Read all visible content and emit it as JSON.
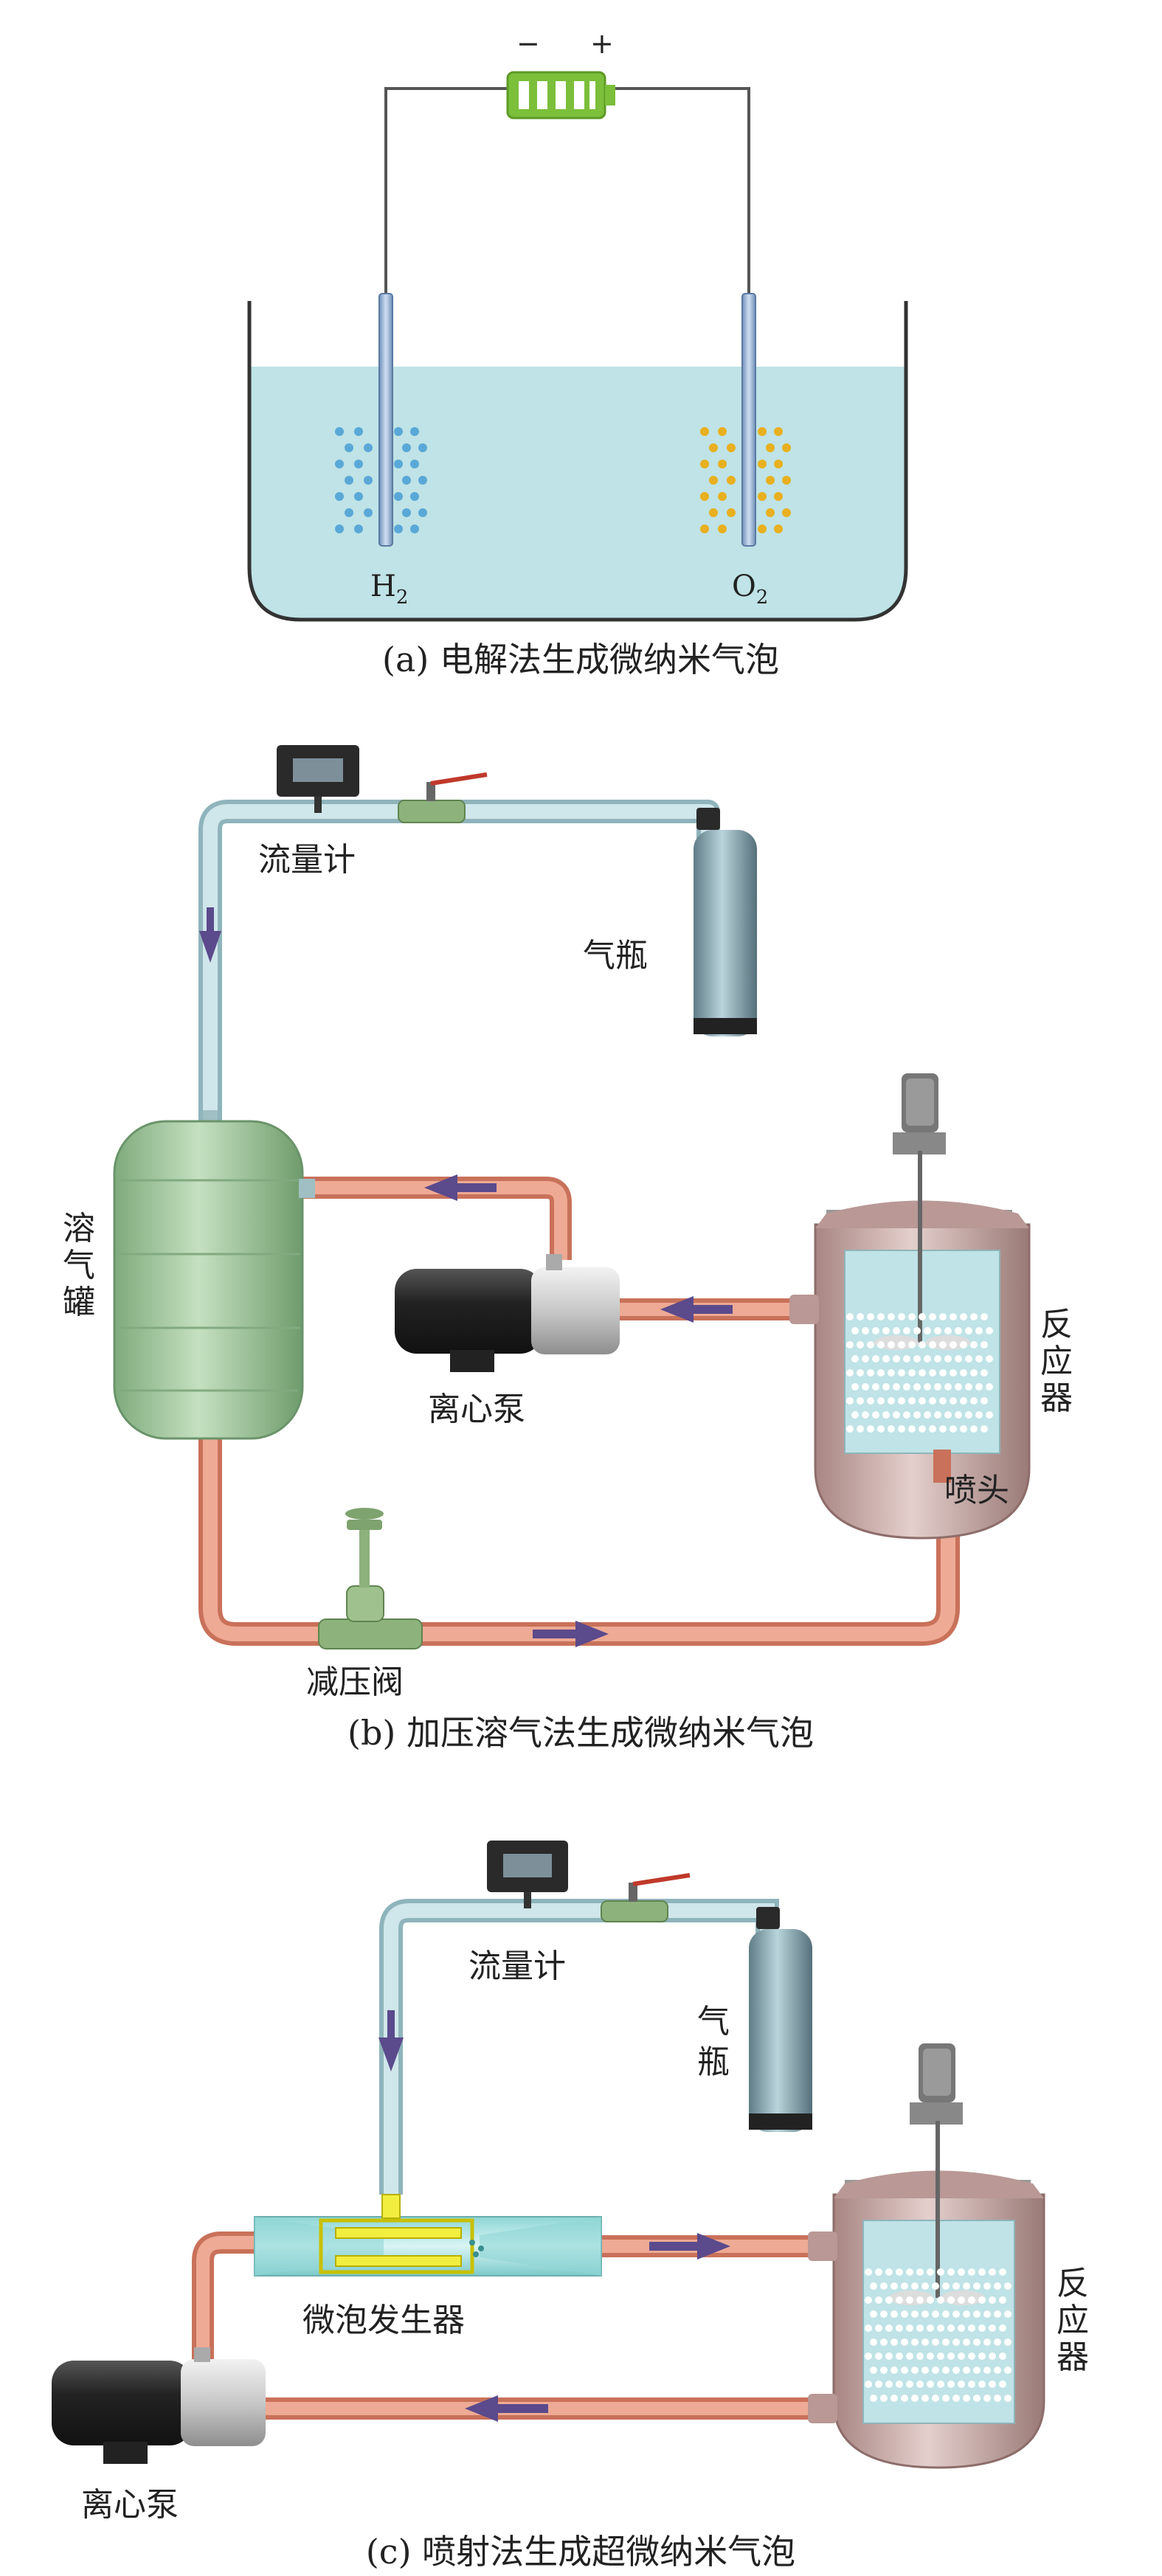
{
  "panel_a": {
    "minus": "−",
    "plus": "+",
    "h2_main": "H",
    "h2_sub": "2",
    "o2_main": "O",
    "o2_sub": "2",
    "caption": "(a) 电解法生成微纳米气泡"
  },
  "panel_b": {
    "flowmeter": "流量计",
    "gas_bottle": "气瓶",
    "dissolving_tank": [
      "溶",
      "气",
      "罐"
    ],
    "centrifugal_pump": "离心泵",
    "reactor": [
      "反",
      "应",
      "器"
    ],
    "nozzle": "喷头",
    "pressure_valve": "减压阀",
    "caption": "(b) 加压溶气法生成微纳米气泡"
  },
  "panel_c": {
    "flowmeter": "流量计",
    "gas_bottle": [
      "气",
      "瓶"
    ],
    "bubble_generator": "微泡发生器",
    "reactor": [
      "反",
      "应",
      "器"
    ],
    "centrifugal_pump": "离心泵",
    "caption": "(c) 喷射法生成超微纳米气泡"
  },
  "colors": {
    "water": "#bfe3e6",
    "gas_pipe": "#bcd9de",
    "liquid_pipe": "#e6957c",
    "arrow": "#5b4a8c",
    "tank": "#9fc59b",
    "reactor": "#c9a9a5",
    "battery": "#7bbf3a",
    "h2_bubble": "#5aa8d8",
    "o2_bubble": "#e8b020"
  }
}
